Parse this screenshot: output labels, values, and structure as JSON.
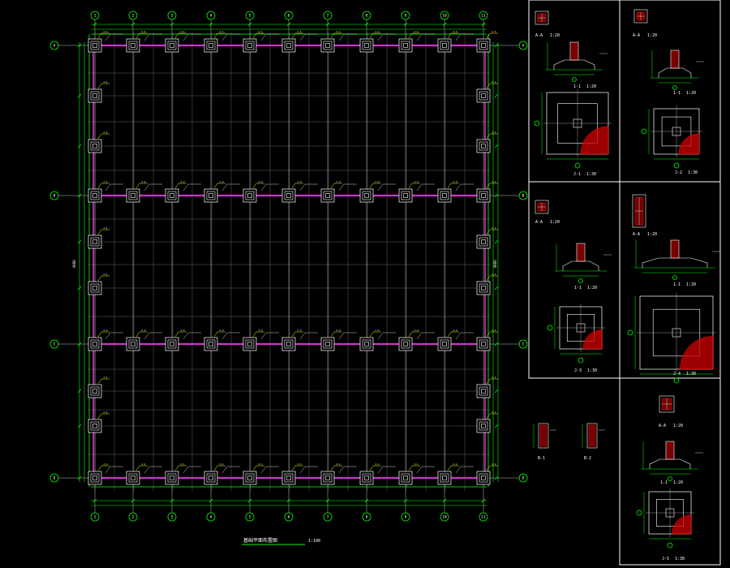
{
  "drawing": {
    "plan_title": "基础平面布置图",
    "plan_scale": "1:100",
    "colors": {
      "background": "#000000",
      "grid": "#ffffff",
      "dimension": "#00ff00",
      "beam": "#cc33cc",
      "column": "#ffffff",
      "label": "#ffffff",
      "hatch": "#ff0000",
      "leader": "#ffff00"
    }
  },
  "plan": {
    "column_axes": [
      "1",
      "2",
      "3",
      "4",
      "5",
      "6",
      "7",
      "8",
      "9",
      "10",
      "11"
    ],
    "row_axes": [
      "A",
      "B",
      "C",
      "D"
    ],
    "side_label": "GKB0",
    "foundation_tags": [
      "J-1",
      "J-2"
    ]
  },
  "details": [
    {
      "id": "d1",
      "section_tag": "A-A",
      "section_scale": "1:20",
      "elevation_tag": "1-1",
      "elevation_scale": "1:20",
      "plan_tag": "J-1",
      "plan_scale": "1:30"
    },
    {
      "id": "d2",
      "section_tag": "A-A",
      "section_scale": "1:20",
      "elevation_tag": "1-1",
      "elevation_scale": "1:20",
      "plan_tag": "J-2",
      "plan_scale": "1:30"
    },
    {
      "id": "d3",
      "section_tag": "A-A",
      "section_scale": "1:20",
      "elevation_tag": "1-1",
      "elevation_scale": "1:20",
      "plan_tag": "J-3",
      "plan_scale": "1:30"
    },
    {
      "id": "d4",
      "section_tag": "A-A",
      "section_scale": "1:20",
      "elevation_tag": "1-1",
      "elevation_scale": "1:20",
      "plan_tag": "J-4",
      "plan_scale": "1:30"
    },
    {
      "id": "d5",
      "section_tag": "A-A",
      "section_scale": "1:20",
      "elevation_tag": "1-1",
      "elevation_scale": "1:20",
      "plan_tag": "J-5",
      "plan_scale": "1:30"
    }
  ],
  "small_sections": [
    {
      "id": "s1",
      "tag": "B-1"
    },
    {
      "id": "s2",
      "tag": "B-2"
    }
  ]
}
